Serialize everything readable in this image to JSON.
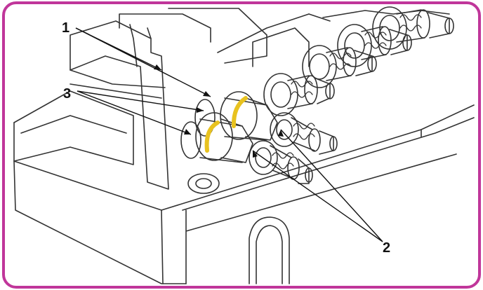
{
  "colors": {
    "frame": "#c0369a",
    "line": "#333333",
    "seal": "#e8c21f",
    "background": "#ffffff"
  },
  "callouts": [
    {
      "id": "1",
      "label": "1"
    },
    {
      "id": "2",
      "label": "2"
    },
    {
      "id": "3",
      "label": "3"
    }
  ]
}
